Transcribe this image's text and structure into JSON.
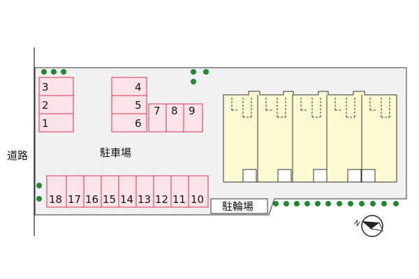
{
  "labels": {
    "road": "道路",
    "parking": "駐車場",
    "bicycle": "駐輪場"
  },
  "parking_spaces": {
    "col_a": [
      "3",
      "2",
      "1"
    ],
    "col_b": [
      "4",
      "5",
      "6"
    ],
    "row_mid": [
      "7",
      "8",
      "9"
    ],
    "row_bottom": [
      "18",
      "17",
      "16",
      "15",
      "14",
      "13",
      "12",
      "11",
      "10"
    ]
  },
  "building": {
    "units": 5
  },
  "colors": {
    "parking_fill": "#fbe3ea",
    "parking_stroke": "#d9304f",
    "building_fill": "#fdfbd2",
    "lot_fill": "#f1f1f1",
    "tree": "#1e8a2e"
  },
  "icons": {
    "compass": "north-arrow-icon"
  }
}
